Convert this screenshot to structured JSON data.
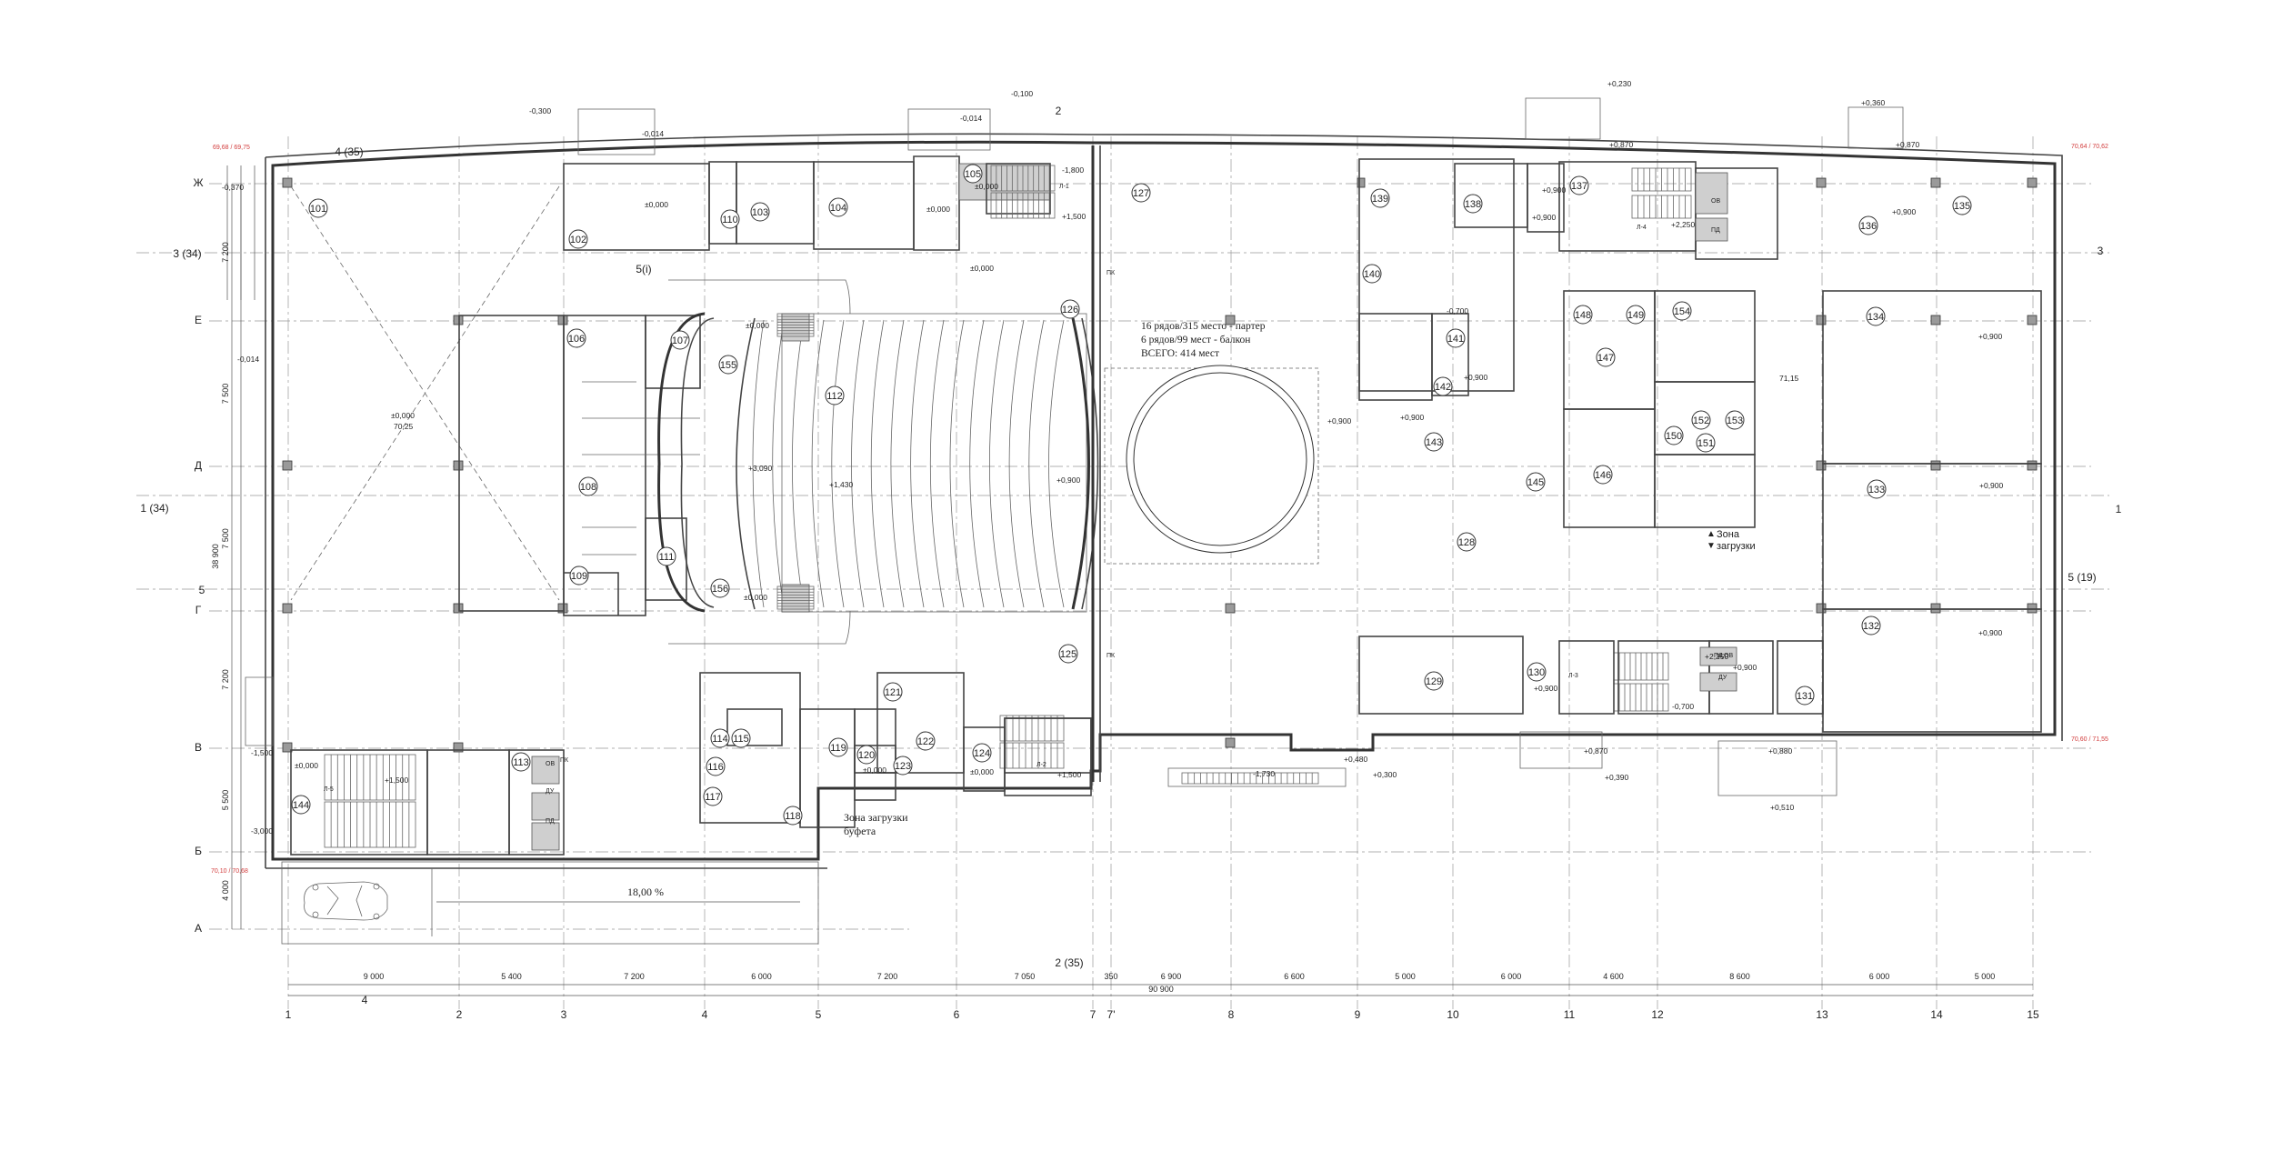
{
  "drawing": {
    "type": "floor-plan",
    "colors": {
      "lines": "#333333",
      "red_marks": "#d23c3c",
      "background": "#ffffff"
    },
    "axes_vertical": [
      "1",
      "2",
      "3",
      "4",
      "5",
      "6",
      "7",
      "7'",
      "8",
      "9",
      "10",
      "11",
      "12",
      "13",
      "14",
      "15"
    ],
    "axes_horizontal": [
      "Ж",
      "Е",
      "Д",
      "Г",
      "В",
      "Б",
      "А"
    ],
    "extra_axes": {
      "left_3_34": "3 (34)",
      "left_1_34": "1 (34)",
      "left_5": "5",
      "top_4_35": "4 (35)",
      "top_5i": "5(i)",
      "bottom_2_35": "2 (35)",
      "bottom_4": "4",
      "top_2": "2",
      "right_3": "3",
      "right_1": "1",
      "right_5_19": "5 (19)"
    },
    "dims_bottom": [
      "9 000",
      "5 400",
      "7 200",
      "6 000",
      "7 200",
      "7 050",
      "350",
      "6 900",
      "6 600",
      "5 000",
      "6 000",
      "4 600",
      "8 600",
      "6 000",
      "5 000"
    ],
    "dim_total_bottom": "90 900",
    "dims_left": [
      "7 200",
      "7 500",
      "7 500",
      "7 200",
      "5 500",
      "4 000"
    ],
    "dim_total_left": "38 900",
    "hall_note": [
      "16 рядов/315 место - партер",
      "6 рядов/99 мест - балкон",
      "ВСЕГО: 414 мест"
    ],
    "zone_loading": [
      "Зона",
      "загрузки"
    ],
    "zone_buffet": [
      "Зона загрузки",
      "буфета"
    ],
    "ramp": "18,00 %",
    "rooms": [
      "101",
      "102",
      "103",
      "104",
      "105",
      "106",
      "107",
      "108",
      "109",
      "110",
      "111",
      "112",
      "113",
      "114",
      "115",
      "116",
      "117",
      "118",
      "119",
      "120",
      "121",
      "122",
      "123",
      "124",
      "125",
      "126",
      "127",
      "128",
      "129",
      "130",
      "131",
      "132",
      "133",
      "134",
      "135",
      "136",
      "137",
      "138",
      "139",
      "140",
      "141",
      "142",
      "143",
      "144",
      "145",
      "146",
      "147",
      "148",
      "149",
      "150",
      "151",
      "152",
      "153",
      "154",
      "155",
      "156"
    ],
    "elevations": {
      "top_m0300": "-0,300",
      "top_m0100": "-0,100",
      "top_m0014a": "-0,014",
      "top_m0014b": "-0,014",
      "top_p0230": "+0,230",
      "top_p0360": "+0,360",
      "top_p0870a": "+0,870",
      "top_p0870b": "+0,870",
      "left_m0370": "-0,370",
      "left_m0014": "-0,014",
      "left_m1500": "-1,500",
      "left_m3000": "-3,000",
      "hall101": "±0,000",
      "hall101b": "70,25",
      "r102": "±0,000",
      "r105": "±0,000",
      "r105b": "±0,000",
      "stair1": "-1,800",
      "stair2": "+1,500",
      "r107": "±0,000",
      "r108": "+3,090",
      "r112": "+1,430",
      "r156": "±0,000",
      "r_fover": "±0,000",
      "stage": "+0,900",
      "r127": "+0,900",
      "r141": "-0,700",
      "r142": "+0,900",
      "r128a": "+0,900",
      "r134": "+0,900",
      "r134b": "71,15",
      "r133": "+0,900",
      "r132": "+0,900",
      "r136": "+0,900",
      "r137": "+0,900",
      "lift": "+2,250",
      "r144": "±0,000",
      "r144b": "+1,500",
      "r120": "±0,000",
      "r124": "±0,000",
      "ent": "+1,500",
      "p0480": "+0,480",
      "m1730": "-1,730",
      "p0300": "+0,300",
      "r130": "+0,900",
      "p2250b": "+2,250",
      "m0700": "-0,700",
      "p0870c": "+0,870",
      "p0390": "+0,390",
      "p0880": "+0,880",
      "p0510": "+0,510",
      "p0900x": "+0,900",
      "p0900y": "+0,900"
    },
    "red_marks": {
      "top_left": "69,68 / 69,75",
      "left_bottom": "70,10 / 70,68",
      "right_top": "70,64 / 70,62",
      "right_bottom": "70,60 / 71,55"
    },
    "labels_misc": {
      "ov": "ОВ",
      "du": "ДУ",
      "pd": "ПД",
      "pk": "ПК",
      "ls1": "Л-5",
      "ls2": "Л-4",
      "ls3": "Л-1",
      "ls4": "Л-3",
      "ls5": "Л-2"
    }
  }
}
